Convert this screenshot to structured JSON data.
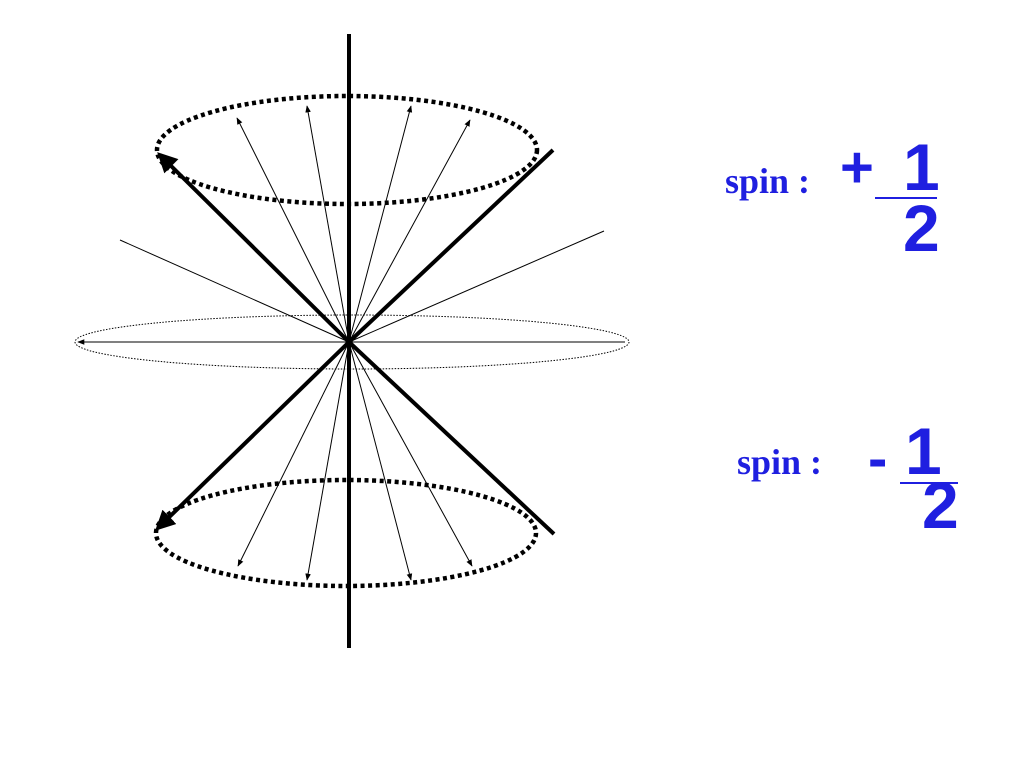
{
  "diagram": {
    "axis_color": "#000000",
    "label_color": "#1f1fe0"
  },
  "labels": {
    "spin_up": {
      "word": "spin :",
      "sign": "+",
      "numerator": "1",
      "denominator": "2"
    },
    "spin_down": {
      "word": "spin :",
      "sign": "-",
      "numerator": "1",
      "denominator": "2"
    }
  }
}
